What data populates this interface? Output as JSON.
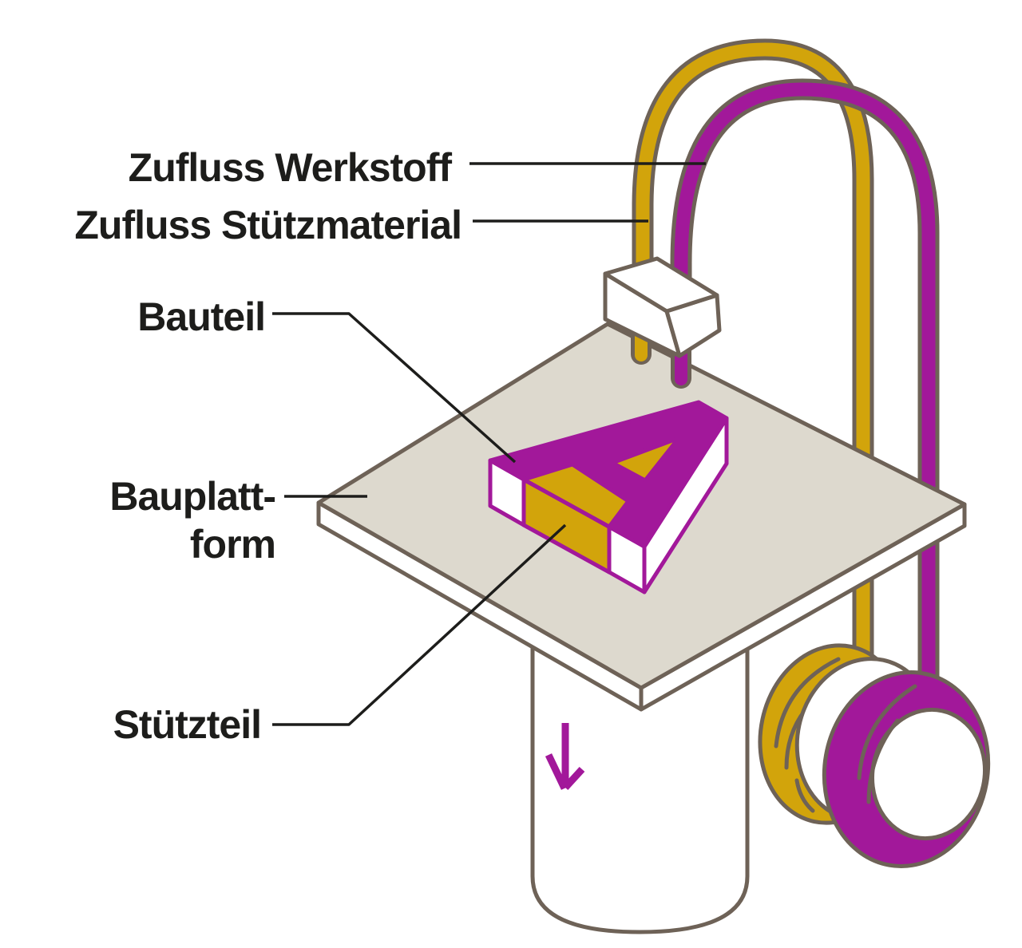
{
  "labels": {
    "material_feed": "Zufluss Werkstoff",
    "support_feed": "Zufluss Stützmaterial",
    "part": "Bauteil",
    "platform_line1": "Bauplatt-",
    "platform_line2": "form",
    "support": "Stützteil"
  },
  "colors": {
    "material_magenta": "#A2189A",
    "support_gold": "#D2A40B",
    "outline_brown": "#6E6257",
    "platform_beige": "#DDD9CE",
    "text_black": "#1D1D1B",
    "face_white": "#FFFFFF"
  },
  "icons": {
    "down_arrow": "build-platform-moves-down"
  }
}
